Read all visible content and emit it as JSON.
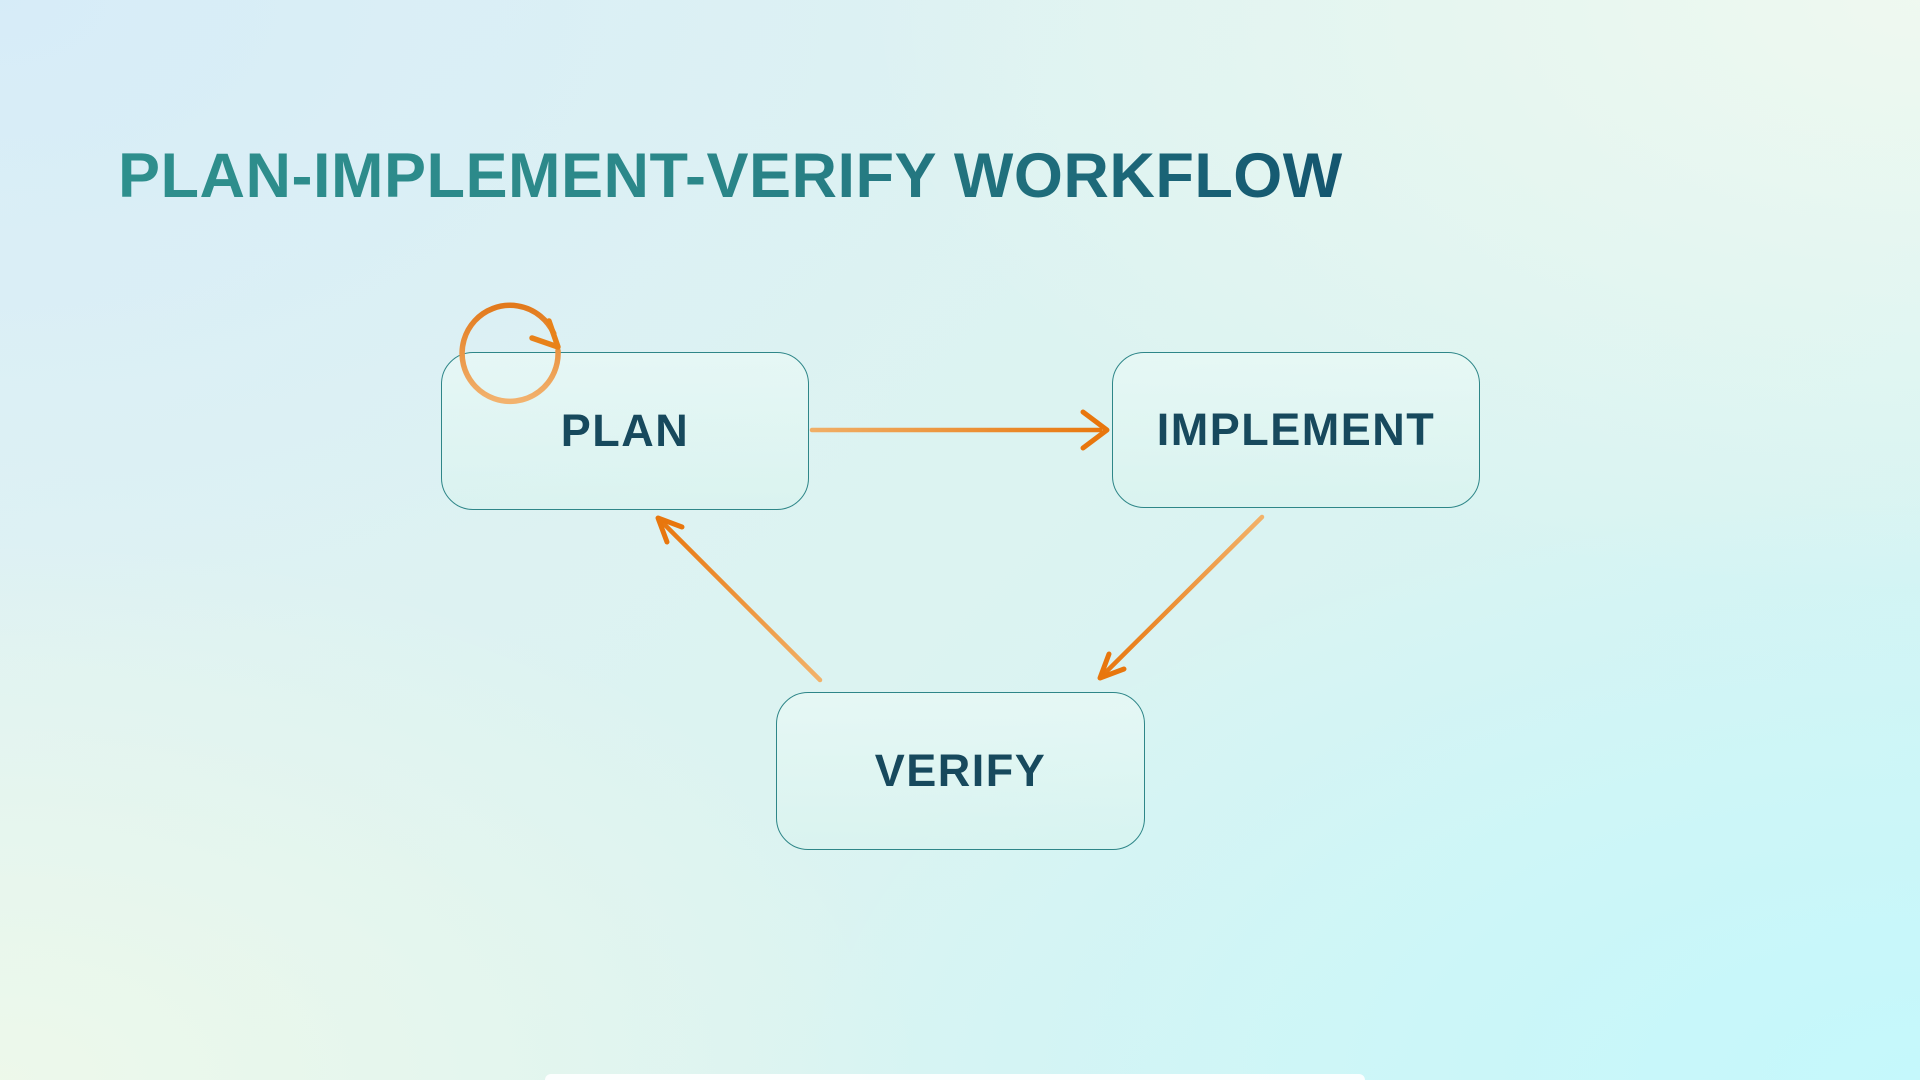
{
  "title": "PLAN-IMPLEMENT-VERIFY WORKFLOW",
  "diagram": {
    "type": "flowchart",
    "nodes": [
      {
        "id": "plan",
        "label": "PLAN"
      },
      {
        "id": "implement",
        "label": "IMPLEMENT"
      },
      {
        "id": "verify",
        "label": "VERIFY"
      }
    ],
    "edges": [
      {
        "from": "PLAN",
        "to": "PLAN",
        "style": "self-loop-circle"
      },
      {
        "from": "PLAN",
        "to": "IMPLEMENT",
        "style": "straight-horizontal"
      },
      {
        "from": "IMPLEMENT",
        "to": "VERIFY",
        "style": "diagonal"
      },
      {
        "from": "VERIFY",
        "to": "PLAN",
        "style": "diagonal"
      }
    ]
  },
  "colors": {
    "arrow_strong": "#E8760D",
    "arrow_soft": "#F2B26A",
    "node_border": "#2E8688",
    "node_fill": "#E3F6F2",
    "node_text": "#17495D",
    "title_gradient_start": "#2E8F8D",
    "title_gradient_end": "#14566F",
    "background_blue": "#D6ECF8",
    "background_cyan": "#C4F8FC",
    "background_green": "#EEF9EA"
  }
}
